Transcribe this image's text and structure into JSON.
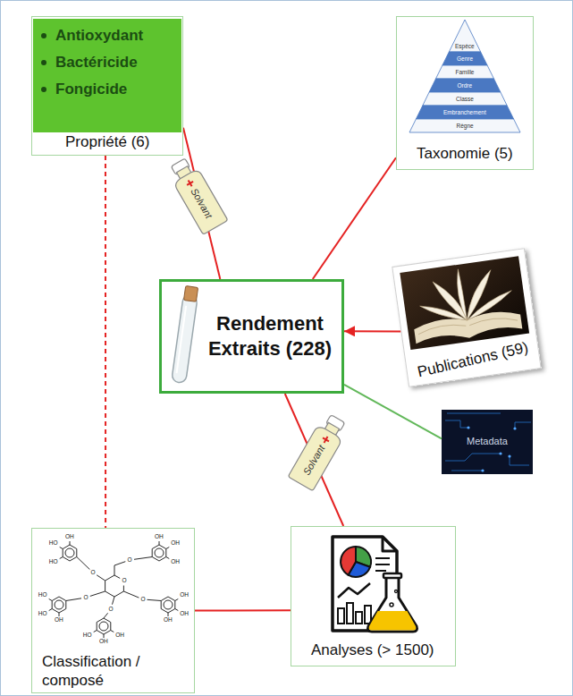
{
  "diagram": {
    "nodes": [
      {
        "text": [
          "Antioxydant",
          "Bactéricide",
          "Fongicide",
          "Propriété (6)"
        ]
      },
      {
        "text": [
          "Espèce",
          "Genre",
          "Famille",
          "Ordre",
          "Classe",
          "Embranchement",
          "Règne",
          "Taxonomie (5)"
        ]
      },
      {
        "text": [
          "Rendement Extraits (228)"
        ]
      },
      {
        "text": [
          "Publications (59)"
        ]
      },
      {
        "text": [
          "Metadata"
        ]
      },
      {
        "text": [
          "Classification / composé"
        ]
      },
      {
        "text": [
          "Analyses (> 1500)"
        ]
      }
    ],
    "edges": [
      {
        "from": 0,
        "to": 2,
        "arrow": "none",
        "label": "Solvant"
      },
      {
        "from": 1,
        "to": 2,
        "arrow": "none"
      },
      {
        "from": 3,
        "to": 2,
        "arrow": "to"
      },
      {
        "from": 2,
        "to": 4,
        "arrow": "none"
      },
      {
        "from": 2,
        "to": 6,
        "arrow": "none",
        "label": "Solvant"
      },
      {
        "from": 6,
        "to": 5,
        "arrow": "none"
      },
      {
        "from": 0,
        "to": 5,
        "arrow": "none"
      }
    ],
    "labels": [
      "OH",
      "OH",
      "OH",
      "HO",
      "HO",
      "OH",
      "O",
      "O",
      "O",
      "HO",
      "OH",
      "O",
      "O",
      "O",
      "HO",
      "OH",
      "OH",
      "OH",
      "HO",
      "OH",
      "OH"
    ]
  }
}
